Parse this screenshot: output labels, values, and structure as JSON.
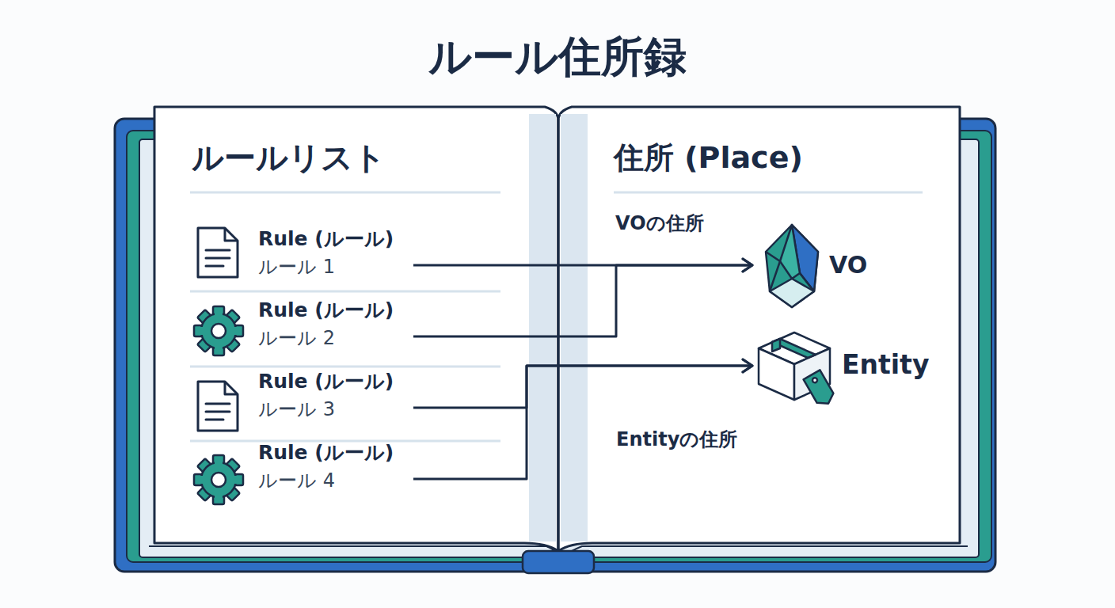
{
  "diagram": {
    "title": "ルール住所録",
    "nodes": [
      {
        "text": [
          "ルールリスト"
        ]
      },
      {
        "text": [
          "Rule (ルール)",
          "ルール 1"
        ],
        "in": 0
      },
      {
        "text": [
          "Rule (ルール)",
          "ルール 2"
        ],
        "in": 0
      },
      {
        "text": [
          "Rule (ルール)",
          "ルール 3"
        ],
        "in": 0
      },
      {
        "text": [
          "Rule (ルール)",
          "ルール 4"
        ],
        "in": 0
      },
      {
        "text": [
          "住所 (Place)"
        ]
      },
      {
        "text": [
          "VO"
        ],
        "in": 5
      },
      {
        "text": [
          "Entity"
        ],
        "in": 5
      }
    ],
    "edges": [
      {
        "from": 1,
        "to": 6,
        "arrow": "to"
      },
      {
        "from": 2,
        "to": 6,
        "arrow": "to"
      },
      {
        "from": 3,
        "to": 7,
        "arrow": "to"
      },
      {
        "from": 4,
        "to": 7,
        "arrow": "to"
      }
    ],
    "labels": [
      "VOの住所",
      "Entityの住所"
    ]
  }
}
